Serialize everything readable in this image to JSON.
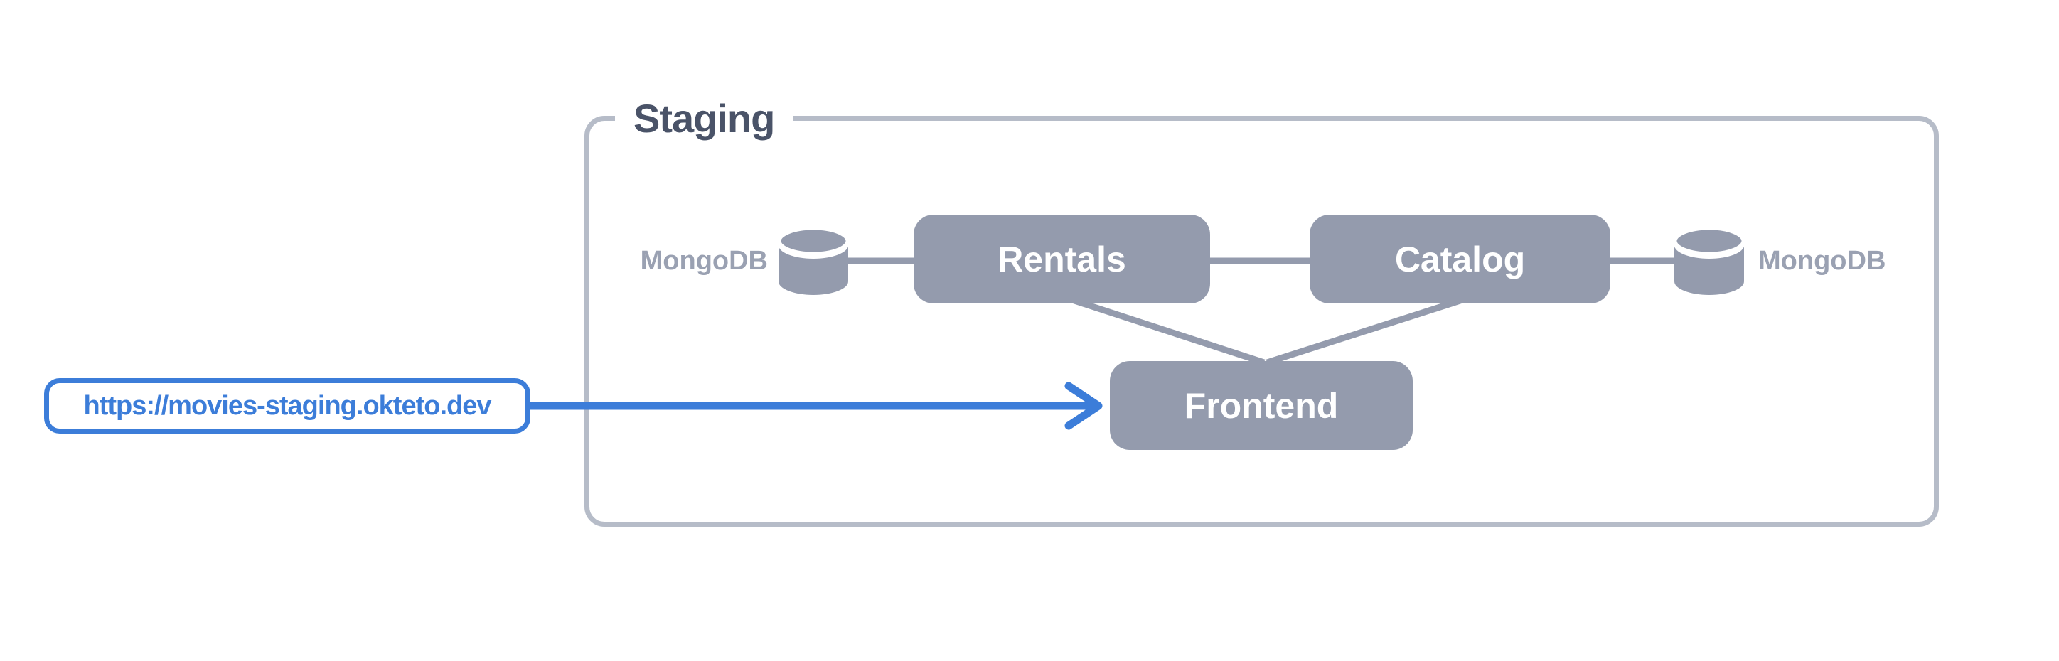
{
  "diagram": {
    "group": {
      "label": "Staging"
    },
    "nodes": {
      "rentals": {
        "label": "Rentals"
      },
      "catalog": {
        "label": "Catalog"
      },
      "frontend": {
        "label": "Frontend"
      }
    },
    "databases": {
      "left": {
        "label": "MongoDB"
      },
      "right": {
        "label": "MongoDB"
      }
    },
    "url_callout": {
      "text": "https://movies-staging.okteto.dev"
    }
  },
  "theme": {
    "accent": "#3c7dd9",
    "node-gray": "#949bad",
    "border-gray": "#b6bcc8",
    "group-label": "#4a5368",
    "muted-gray": "#9aa1b2",
    "bg": "#ffffff"
  }
}
